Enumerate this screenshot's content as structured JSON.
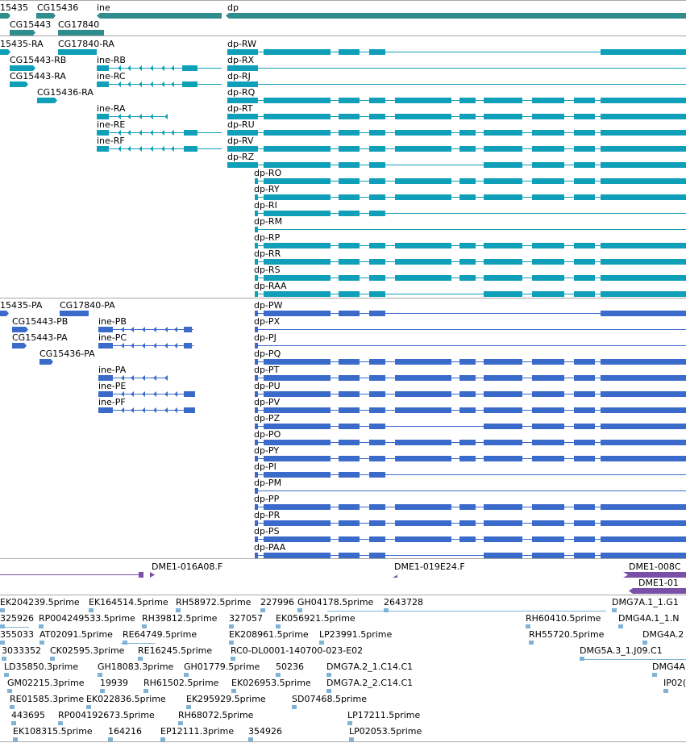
{
  "colors": {
    "gene": "#2f8d8d",
    "transcript": "#109fb8",
    "protein": "#3b6bca",
    "cdna": "#7a4fa8",
    "est": "#7fb3d6",
    "separator": "#a8a8a8"
  },
  "gene_track": {
    "labels": [
      "15435",
      "CG15436",
      "ine",
      "dp",
      "CG15443",
      "CG17840"
    ]
  },
  "transcript_track": {
    "left_labels": [
      "15435-RA",
      "CG17840-RA",
      "CG15443-RB",
      "CG15443-RA",
      "CG15436-RA"
    ],
    "ine_labels": [
      "ine-RB",
      "ine-RC",
      "ine-RA",
      "ine-RE",
      "ine-RF"
    ],
    "dp_labels": [
      "dp-RW",
      "dp-RX",
      "dp-RJ",
      "dp-RQ",
      "dp-RT",
      "dp-RU",
      "dp-RV",
      "dp-RZ",
      "dp-RO",
      "dp-RY",
      "dp-RI",
      "dp-RM",
      "dp-RP",
      "dp-RR",
      "dp-RS",
      "dp-RAA"
    ]
  },
  "protein_track": {
    "left_labels": [
      "15435-PA",
      "CG17840-PA",
      "CG15443-PB",
      "CG15443-PA",
      "CG15436-PA"
    ],
    "ine_labels": [
      "ine-PB",
      "ine-PC",
      "ine-PA",
      "ine-PE",
      "ine-PF"
    ],
    "dp_labels": [
      "dp-PW",
      "dp-PX",
      "dp-PJ",
      "dp-PQ",
      "dp-PT",
      "dp-PU",
      "dp-PV",
      "dp-PZ",
      "dp-PO",
      "dp-PY",
      "dp-PI",
      "dp-PM",
      "dp-PP",
      "dp-PR",
      "dp-PS",
      "dp-PAA"
    ]
  },
  "cdna_track": {
    "labels": [
      "DME1-016A08.F",
      "DME1-019E24.F",
      "DME1-008C",
      "DME1-01"
    ]
  },
  "est_track": {
    "labels": [
      "EK204239.5prime",
      "EK164514.5prime",
      "RH58972.5prime",
      "227996",
      "GH04178.5prime",
      "2643728",
      "DMG7A.1_1.G1",
      "325926",
      "RP004249533.5prime",
      "RH39812.5prime",
      "327057",
      "EK056921.5prime",
      "RH60410.5prime",
      "DMG4A.1_1.N",
      "355033",
      "AT02091.5prime",
      "RE64749.5prime",
      "EK208961.5prime",
      "LP23991.5prime",
      "RH55720.5prime",
      "DMG4A.2",
      "3033352",
      "CK02595.3prime",
      "RE16245.5prime",
      "RC0-DL0001-140700-023-E02",
      "DMG5A.3_1.J09.C1",
      "LD35850.3prime",
      "GH18083.3prime",
      "GH01779.5prime",
      "50236",
      "DMG7A.2_1.C14.C1",
      "DMG4A",
      "GM02215.3prime",
      "19939",
      "RH61502.5prime",
      "EK026953.5prime",
      "DMG7A.2_2.C14.C1",
      "IP02(",
      "RE01585.3prime",
      "EK022836.5prime",
      "EK295929.5prime",
      "SD07468.5prime",
      "443695",
      "RP004192673.5prime",
      "RH68072.5prime",
      "LP17211.5prime",
      "EK108315.5prime",
      "164216",
      "EP12111.3prime",
      "354926",
      "LP02053.5prime"
    ]
  }
}
